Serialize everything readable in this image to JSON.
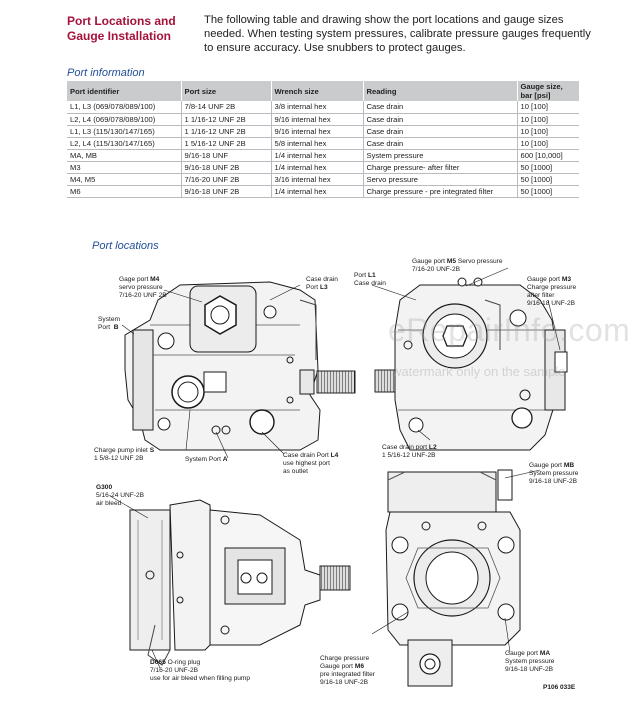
{
  "section": {
    "title_line1": "Port Locations and",
    "title_line2": "Gauge Installation",
    "intro": "The following table and drawing show the port locations and gauge sizes needed. When testing system pressures, calibrate pressure gauges frequently to ensure accuracy. Use snubbers to protect gauges."
  },
  "port_info": {
    "heading": "Port information",
    "columns": [
      "Port identifier",
      "Port size",
      "Wrench size",
      "Reading",
      "Gauge size, bar [psi]"
    ],
    "rows": [
      [
        "L1, L3 (069/078/089/100)",
        "7/8-14 UNF 2B",
        "3/8 internal hex",
        "Case drain",
        "10 [100]"
      ],
      [
        "L2, L4 (069/078/089/100)",
        "1 1/16-12 UNF 2B",
        "9/16 internal hex",
        "Case drain",
        "10 [100]"
      ],
      [
        "L1, L3 (115/130/147/165)",
        "1 1/16-12 UNF 2B",
        "9/16 internal hex",
        "Case drain",
        "10 [100]"
      ],
      [
        "L2, L4 (115/130/147/165)",
        "1 5/16-12 UNF 2B",
        "5/8 internal hex",
        "Case drain",
        "10 [100]"
      ],
      [
        "MA, MB",
        "9/16-18 UNF",
        "1/4 internal hex",
        "System pressure",
        "600 [10,000]"
      ],
      [
        "M3",
        "9/16-18 UNF 2B",
        "1/4 internal hex",
        "Charge pressure- after filter",
        "50 [1000]"
      ],
      [
        "M4, M5",
        "7/16-20 UNF 2B",
        "3/16 internal hex",
        "Servo pressure",
        "50 [1000]"
      ],
      [
        "M6",
        "9/16-18 UNF 2B",
        "1/4 internal hex",
        "Charge pressure - pre integrated filter",
        "50 [1000]"
      ]
    ]
  },
  "locations": {
    "heading": "Port locations",
    "labels": {
      "m4_a": "Gage port ",
      "m4_b": "M4",
      "m4_c": "servo pressure",
      "m4_d": "7/16-20 UNF 2B",
      "sysb_a": "System",
      "sysb_b": "Port  ",
      "sysb_c": "B",
      "l3_a": "Case drain",
      "l3_b": "Port ",
      "l3_c": "L3",
      "l1_a": "Port ",
      "l1_b": "L1",
      "l1_c": "Case drain",
      "m5_a": "Gauge port ",
      "m5_b": "M5",
      "m5_c": " Servo pressure",
      "m5_d": "7/16-20 UNF-2B",
      "m3_a": "Gauge port ",
      "m3_b": "M3",
      "m3_c": "Charge pressure",
      "m3_d": "after filter",
      "m3_e": "9/16-18 UNF-2B",
      "s_a": "Charge pump inlet ",
      "s_b": "S",
      "s_c": "1 5/8-12 UNF 2B",
      "sysa_a": "System Port ",
      "sysa_b": "A",
      "l4_a": "Case drain Port ",
      "l4_b": "L4",
      "l4_c": "use highest port",
      "l4_d": "as outlet",
      "l2_a": "Case drain port ",
      "l2_b": "L2",
      "l2_c": "1 5/16-12 UNF-2B",
      "mb_a": "Gauge port ",
      "mb_b": "MB",
      "mb_c": "System pressure",
      "mb_d": "9/16-18 UNF-2B",
      "g300_a": "G300",
      "g300_b": "5/16-24 UNF-2B",
      "g300_c": "air bleed",
      "d065_a": "D065",
      "d065_b": " O-ring plug",
      "d065_c": "7/16-20 UNF-2B",
      "d065_d": "use for air bleed when filling pump",
      "m6_a": "Charge pressure",
      "m6_b": "Gauge port ",
      "m6_c": "M6",
      "m6_d": "pre integrated filter",
      "m6_e": "9/16-18 UNF-2B",
      "ma_a": "Gauge port ",
      "ma_b": "MA",
      "ma_c": "System pressure",
      "ma_d": "9/16-18 UNF-2B"
    },
    "figure_code": "P106 033E"
  },
  "watermark": {
    "site": "eRepairInfo.com",
    "note": "watermark only on the sample"
  },
  "colors": {
    "title": "#a5123a",
    "subheading": "#1f4f99",
    "table_header": "#c9cbcd"
  }
}
